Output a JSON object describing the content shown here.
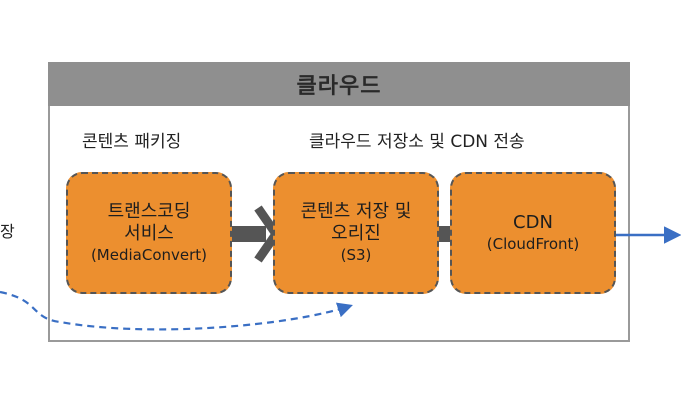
{
  "cloud": {
    "title": "클라우드"
  },
  "sections": {
    "packaging": "콘텐츠 패키징",
    "storage_cdn": "클라우드 저장소 및 CDN 전송"
  },
  "nodes": {
    "transcode": {
      "line1": "트랜스코딩",
      "line2": "서비스",
      "sub": "(MediaConvert)"
    },
    "storage": {
      "line1": "콘텐츠 저장 및",
      "line2": "오리진",
      "sub": "(S3)"
    },
    "cdn": {
      "line1": "CDN",
      "sub": "(CloudFront)"
    }
  },
  "offscreen_label_fragment": "장",
  "colors": {
    "node_fill": "#ec8f2f",
    "header_fill": "#8f8f8f",
    "thick_arrow": "#555555",
    "blue_arrow": "#3a6fc4"
  }
}
